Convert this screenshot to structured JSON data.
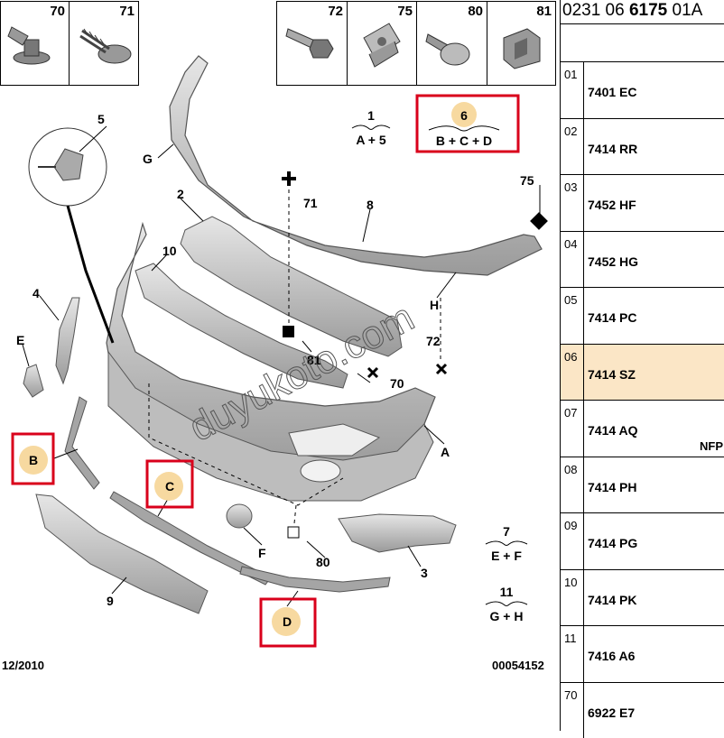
{
  "fasteners": [
    {
      "label": "70",
      "icon": "flanged-bolt-icon"
    },
    {
      "label": "71",
      "icon": "self-tapping-screw-icon"
    },
    {
      "label": "72",
      "icon": "hex-bolt-icon"
    },
    {
      "label": "75",
      "icon": "clip-nut-icon"
    },
    {
      "label": "80",
      "icon": "push-rivet-icon"
    },
    {
      "label": "81",
      "icon": "bracket-clip-icon"
    }
  ],
  "diagram": {
    "callouts": {
      "c1": "1",
      "c2": "2",
      "c3": "3",
      "c4": "4",
      "c5": "5",
      "c8": "8",
      "c9": "9",
      "c10": "10",
      "c70": "70",
      "c71": "71",
      "c72": "72",
      "c75": "75",
      "c80": "80",
      "c81": "81",
      "A": "A",
      "E": "E",
      "F": "F",
      "G": "G",
      "H": "H"
    },
    "kits": {
      "k1": {
        "num": "1",
        "formula": "A + 5"
      },
      "k6": {
        "num": "6",
        "formula": "B + C + D"
      },
      "k7": {
        "num": "7",
        "formula": "E + F"
      },
      "k11": {
        "num": "11",
        "formula": "G + H"
      }
    },
    "highlight_labels": {
      "B": "B",
      "C": "C",
      "D": "D",
      "six": "6"
    },
    "date": "12/2010",
    "doc_number": "00054152",
    "watermark": "duyukoto.com",
    "highlight_color": "#d9001b",
    "marker_color": "#f7d9a0"
  },
  "reference": {
    "prefix": "0231 06 ",
    "bold": "6175",
    "suffix": " 01A",
    "rows": [
      {
        "idx": "01",
        "code": "7401 EC",
        "note": "",
        "highlight": false
      },
      {
        "idx": "02",
        "code": "7414 RR",
        "note": "",
        "highlight": false
      },
      {
        "idx": "03",
        "code": "7452 HF",
        "note": "",
        "highlight": false
      },
      {
        "idx": "04",
        "code": "7452 HG",
        "note": "",
        "highlight": false
      },
      {
        "idx": "05",
        "code": "7414 PC",
        "note": "",
        "highlight": false
      },
      {
        "idx": "06",
        "code": "7414 SZ",
        "note": "",
        "highlight": true
      },
      {
        "idx": "07",
        "code": "7414 AQ",
        "note": "NFP",
        "highlight": false
      },
      {
        "idx": "08",
        "code": "7414 PH",
        "note": "",
        "highlight": false
      },
      {
        "idx": "09",
        "code": "7414 PG",
        "note": "",
        "highlight": false
      },
      {
        "idx": "10",
        "code": "7414 PK",
        "note": "",
        "highlight": false
      },
      {
        "idx": "11",
        "code": "7416 A6",
        "note": "",
        "highlight": false
      },
      {
        "idx": "70",
        "code": "6922 E7",
        "note": "",
        "highlight": false
      }
    ]
  }
}
